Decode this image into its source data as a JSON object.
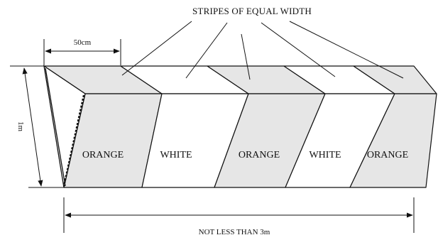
{
  "title": "STRIPES OF EQUAL WIDTH",
  "stripes": [
    {
      "label": "ORANGE",
      "color": "orange"
    },
    {
      "label": "WHITE",
      "color": "white"
    },
    {
      "label": "ORANGE",
      "color": "orange"
    },
    {
      "label": "WHITE",
      "color": "white"
    },
    {
      "label": "ORANGE",
      "color": "orange"
    }
  ],
  "dimensions": {
    "stripe_width": "50cm",
    "height": "1m",
    "length": "NOT LESS THAN 3m"
  },
  "colors": {
    "orange_fill": "#e6e6e6",
    "white_fill": "#ffffff",
    "line": "#111111"
  }
}
